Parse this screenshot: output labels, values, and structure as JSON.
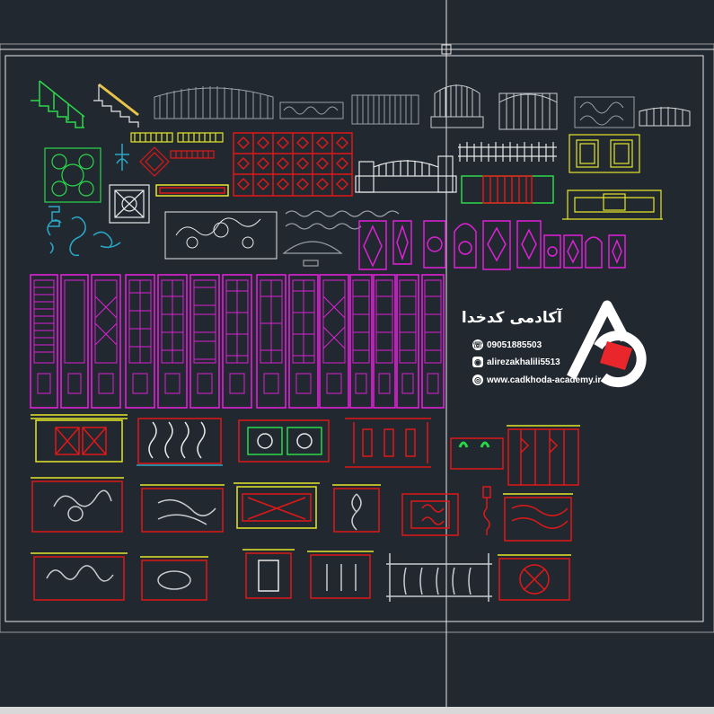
{
  "brand": {
    "title": "آکادمی کدخدا",
    "phone": "09051885503",
    "instagram": "alirezakhalili5513",
    "website": "www.cadkhoda-academy.ir",
    "logo_letters": "AG",
    "logo_colors": {
      "primary": "#ffffff",
      "accent": "#e8262b"
    }
  },
  "colors": {
    "background": "#212830",
    "frame": "#e6e6e6",
    "crosshair": "#e6e6e6",
    "magenta": "#e020d8",
    "red": "#e01818",
    "yellow": "#e6e62a",
    "green": "#2ad84a",
    "cyan": "#2aa8c8",
    "gray": "#9aa0a6",
    "white": "#e8e8e8"
  },
  "icons": {
    "phone": "phone-icon",
    "instagram": "instagram-icon",
    "website": "globe-icon"
  }
}
